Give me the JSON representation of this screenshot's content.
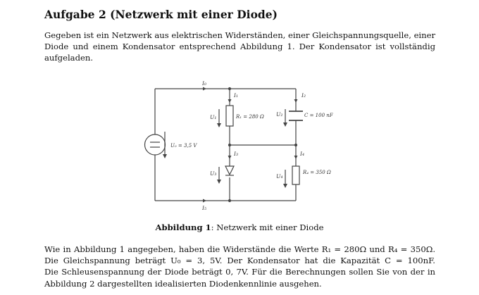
{
  "heading": "Aufgabe 2 (Netzwerk mit einer Diode)",
  "intro_lines": [
    "Gegeben ist ein Netzwerk aus elektrischen Widerständen, einer Gleichspannungsquelle, einer",
    "Diode und einem Kondensator entsprechend Abbildung 1.  Der Kondensator ist vollständig",
    "aufgeladen."
  ],
  "figure": {
    "current_labels": {
      "I0": "I₀",
      "I1": "I₁",
      "I2": "I₂",
      "I3": "I₃",
      "I4": "I₄",
      "I5": "I₅"
    },
    "voltage_labels": {
      "U1": "U₁",
      "U2": "U₂",
      "U3": "U₃",
      "U4": "U₄"
    },
    "source_label": "U₀ = 3,5 V",
    "r1_label": "R₁ = 280 Ω",
    "c_label": "C = 100 nF",
    "r4_label": "R₄ = 350 Ω"
  },
  "caption": {
    "number": "Abbildung 1",
    "text": ": Netzwerk mit einer Diode"
  },
  "outro_lines": [
    "Wie in Abbildung 1 angegeben, haben die Widerstände die Werte R₁ = 280Ω und R₄ = 350Ω.",
    "Die Gleichspannung beträgt U₀ = 3, 5V.  Der Kondensator hat die Kapazität C = 100nF.",
    "Die Schleusenspannung der Diode beträgt 0, 7V.  Für die Berechnungen sollen Sie von der in",
    "Abbildung 2 dargestellten idealisierten Diodenkennlinie ausgehen."
  ]
}
